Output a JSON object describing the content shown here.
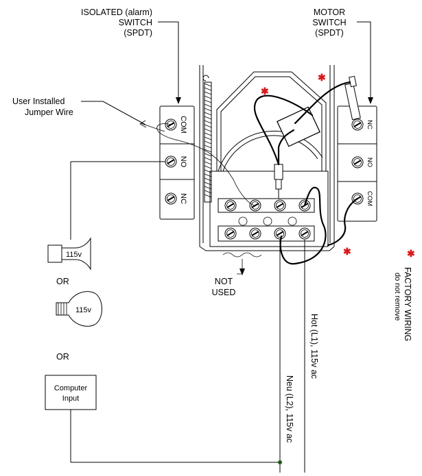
{
  "labels": {
    "isolated_switch": [
      "ISOLATED (alarm)",
      "SWITCH",
      "(SPDT)"
    ],
    "motor_switch": [
      "MOTOR",
      "SWITCH",
      "(SPDT)"
    ],
    "jumper": [
      "User  Installed",
      "Jumper Wire"
    ],
    "not_used": [
      "NOT",
      "USED"
    ],
    "neutral": "Neu (L2), 115v ac",
    "hot": "Hot (L1), 115v ac",
    "factory_wiring": "FACTORY WIRING",
    "do_not_remove": "do not remove",
    "or_1": "OR",
    "or_2": "OR",
    "horn_voltage": "115v",
    "bulb_voltage": "115v",
    "computer_input": [
      "Computer",
      "Input"
    ]
  },
  "terminals": {
    "left": [
      "COM",
      "NO",
      "NC"
    ],
    "right": [
      "NC",
      "NO",
      "COM"
    ]
  },
  "colors": {
    "line": "#000000",
    "factory_marker": "#d9181a"
  }
}
